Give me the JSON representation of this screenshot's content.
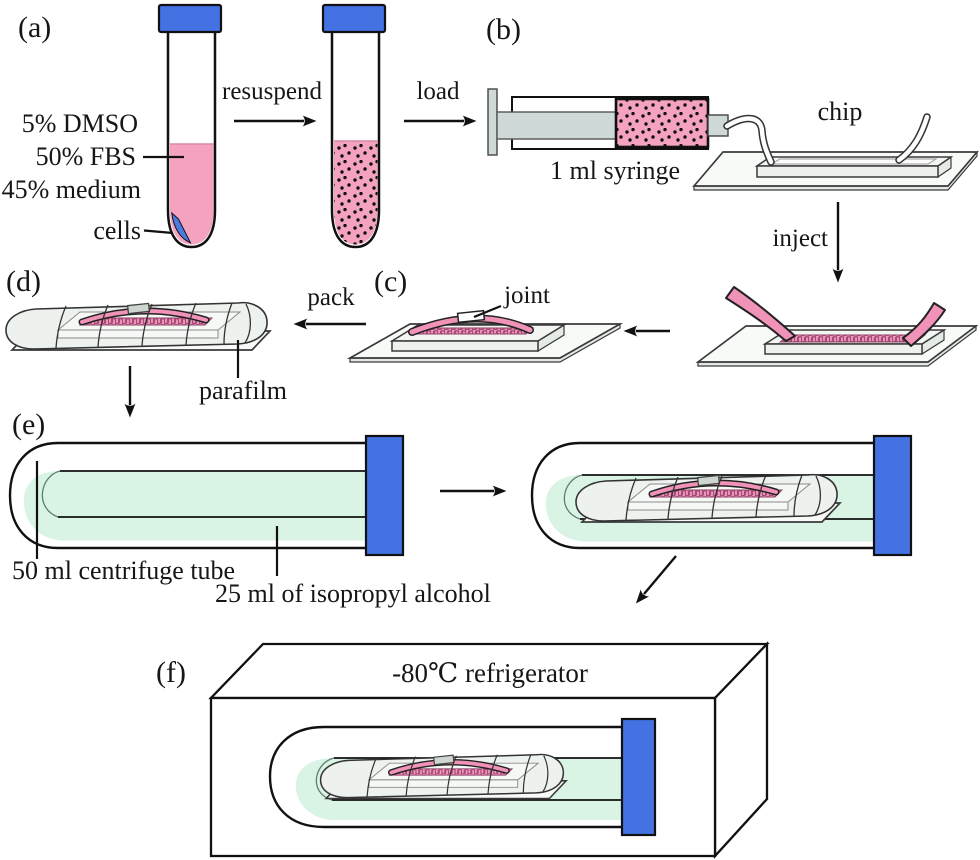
{
  "panels": {
    "a": {
      "label": "(a)",
      "mixture": [
        "5% DMSO",
        "50% FBS",
        "45% medium"
      ],
      "cells": "cells",
      "step": "resuspend"
    },
    "b": {
      "label": "(b)",
      "step_in": "load",
      "syringe": "1 ml syringe",
      "chip": "chip",
      "step_out": "inject"
    },
    "c": {
      "label": "(c)",
      "joint": "joint"
    },
    "d": {
      "label": "(d)",
      "step_in": "pack",
      "parafilm": "parafilm"
    },
    "e": {
      "label": "(e)",
      "tube": "50 ml centrifuge tube",
      "alcohol": "25 ml of isopropyl alcohol"
    },
    "f": {
      "label": "(f)",
      "refrigerator": "-80℃ refrigerator"
    }
  },
  "colors": {
    "cap_blue": "#4472E3",
    "suspension_pink": "#F5A2C0",
    "cells_pellet_blue": "#4C7BE0",
    "alcohol_mint": "#D9F3E5",
    "channel_pink": "#F3A0C2",
    "channel_dark": "#A84A78",
    "syringe_gray": "#CFD9D7"
  }
}
